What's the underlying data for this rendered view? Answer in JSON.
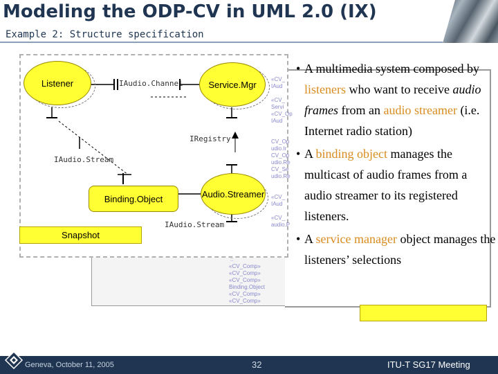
{
  "slide": {
    "title": "Modeling the ODP-CV in UML 2.0 (IX)",
    "subtitle": "Example 2: Structure specification"
  },
  "diagram": {
    "nodes": {
      "listener": "Listener",
      "service_mgr": "Service.Mgr",
      "binding_object": "Binding.Object",
      "audio_streamer": "Audio.Streamer"
    },
    "interfaces": {
      "audio_channel": "IAudio.Channel",
      "registry": "IRegistry",
      "audio_stream_left": "IAudio.Stream",
      "audio_stream_bottom": "IAudio.Stream"
    },
    "snapshot_label": "Snapshot"
  },
  "bullets": [
    {
      "parts": [
        "A multimedia system composed by ",
        "listeners",
        " who want to receive ",
        "audio frames",
        " from an ",
        "audio streamer",
        " (i.e. Internet radio station)"
      ]
    },
    {
      "parts": [
        "A ",
        "binding object",
        " manages the multicast of audio frames from a audio streamer to its registered listeners."
      ]
    },
    {
      "parts": [
        "A ",
        "service manager",
        " object manages the listeners’ selections"
      ]
    }
  ],
  "footer": {
    "location_date": "Geneva, October 11, 2005",
    "page": "32",
    "meeting": "ITU-T SG17 Meeting"
  },
  "colors": {
    "brand": "#1f3551",
    "highlight": "#d98c1f",
    "node_fill": "#ffff33"
  }
}
